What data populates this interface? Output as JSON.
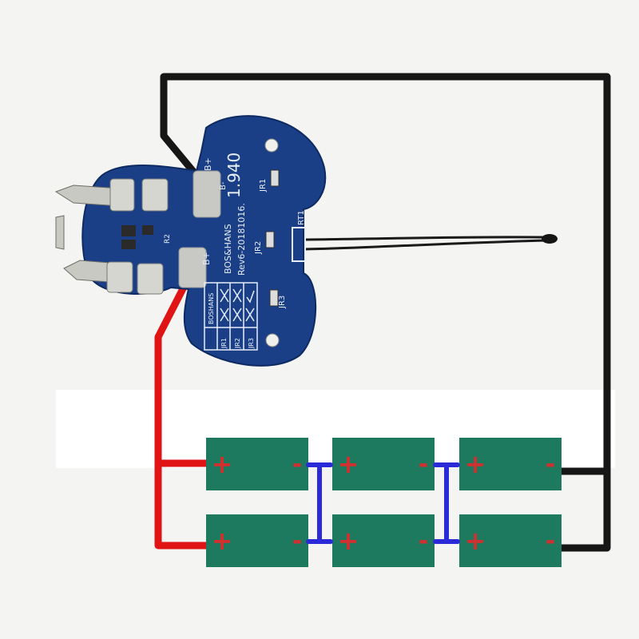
{
  "board": {
    "label_b_plus_top": "B+",
    "label_b_minus": "B-",
    "label_b_plus_bottom": "B+",
    "brand": "BOS&HANS",
    "revision": "Rev6-20181016.",
    "number": "1.940",
    "jr1": "JR1",
    "jr2": "JR2",
    "jr3": "JR3",
    "rt1": "RT1",
    "r2": "R2",
    "table": {
      "header": "BOSHANS",
      "rows": [
        "JR1",
        "JR2",
        "JR3"
      ]
    }
  },
  "cells": {
    "positive_mark": "+",
    "negative_mark": "-",
    "rows": 2,
    "columns": 3
  },
  "colors": {
    "pcb": "#1a3f86",
    "cell": "#1e7a5e",
    "negative_wire": "#161616",
    "positive_wire": "#e01414",
    "bridge": "#2a2ad8",
    "background": "#f4f4f2"
  }
}
